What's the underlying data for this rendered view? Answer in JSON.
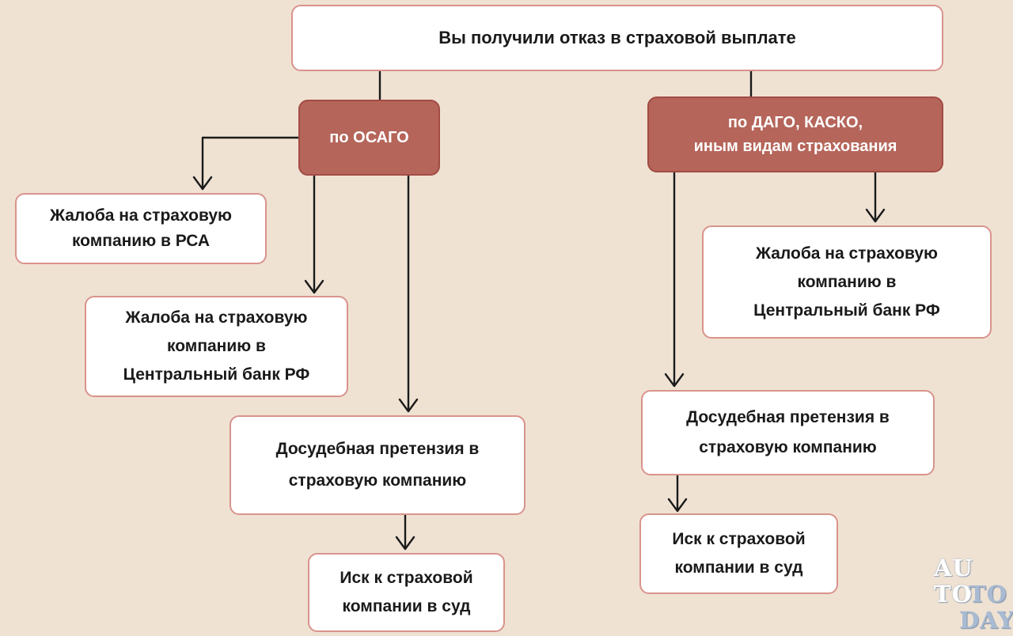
{
  "root": {
    "label": "Вы получили отказ в страховой выплате"
  },
  "osago": {
    "label": "по ОСАГО",
    "complaint_rsa": "Жалоба на страховую\nкомпанию в РСА",
    "complaint_cb": "Жалоба на страховую\nкомпанию в\nЦентральный банк РФ",
    "pretrial": "Досудебная претензия в\nстраховую компанию",
    "lawsuit": "Иск к страховой\nкомпании в суд"
  },
  "dago": {
    "label": "по ДАГО, КАСКО,\nиным видам страхования",
    "complaint_cb": "Жалоба на страховую\nкомпанию в\nЦентральный банк РФ",
    "pretrial": "Досудебная претензия в\nстраховую компанию",
    "lawsuit": "Иск к страховой\nкомпании в суд"
  },
  "watermark": {
    "line1": "AU",
    "line2a": "TO",
    "line2b": "TO",
    "line3": "DAY"
  },
  "colors": {
    "background": "#efe2d3",
    "box_border": "#d9938c",
    "category_fill": "#b5655a",
    "arrow": "#1a1a1a"
  }
}
